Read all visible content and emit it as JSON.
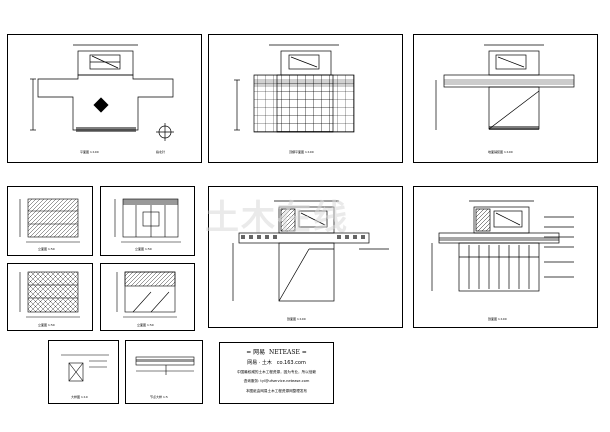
{
  "title_block": {
    "brand_cn": "网易",
    "brand_en": "NETEASE",
    "sub_cn": "网易 · 土木",
    "sub_url": "co.163.com",
    "line1": "中国最权威的土木工程资源，因为专业，所以信赖",
    "line2_label": "咨询服务:",
    "line2_value": "tyl@ufservice.netease.com",
    "line3": "本图纸由网易土木工程资源网整理发布"
  },
  "watermark": "土木在线",
  "sheet_captions": [
    "平面图 1:100",
    "指北针",
    "顶棚平面图 1:100",
    "地面铺装图 1:100",
    "立面图 1:50",
    "立面图 1:50",
    "立面图 1:50",
    "立面图 1:50",
    "剖面图 1:100",
    "剖面图 1:100",
    "大样图 1:10",
    "节点大样 1:5"
  ],
  "colors": {
    "line": "#000000",
    "paper": "#ffffff",
    "watermark": "#d9d9d9"
  }
}
